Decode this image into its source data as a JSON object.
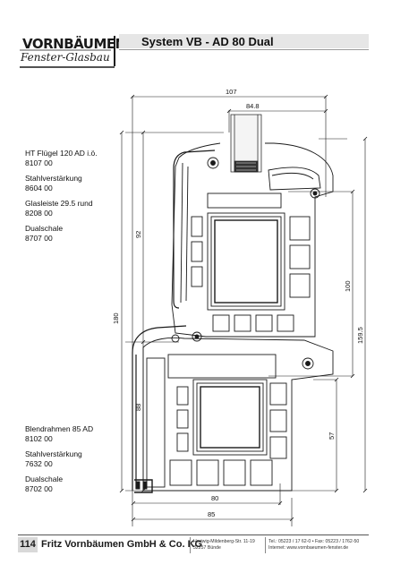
{
  "header": {
    "logo_line1": "VORNBÄUMEN",
    "logo_line2": "Fenster-Glasbau",
    "title": "System VB - AD 80 Dual"
  },
  "labels": {
    "top": [
      {
        "name": "HT Flügel 120 AD i.ö.",
        "code": "8107 00"
      },
      {
        "name": "Stahlverstärkung",
        "code": "8604 00"
      },
      {
        "name": "Glasleiste 29.5 rund",
        "code": "8208 00"
      },
      {
        "name": "Dualschale",
        "code": "8707 00"
      }
    ],
    "bottom": [
      {
        "name": "Blendrahmen 85 AD",
        "code": "8102 00"
      },
      {
        "name": "Stahlverstärkung",
        "code": "7632 00"
      },
      {
        "name": "Dualschale",
        "code": "8702 00"
      }
    ]
  },
  "dimensions": {
    "d107": "107",
    "d84_8": "84.8",
    "d92": "92",
    "d180": "180",
    "d88": "88",
    "d100": "100",
    "d159_5": "159.5",
    "d57": "57",
    "d80": "80",
    "d85": "85"
  },
  "footer": {
    "page": "114",
    "company": "Fritz Vornbäumen GmbH & Co. KG",
    "address_line1": "Hartwig-Mildenberg-Str. 11-19",
    "address_line2": "32257 Bünde",
    "contact_line1": "Tel.: 05223 / 17 62-0 • Fax: 05223 / 1762-50",
    "contact_line2": "Internet: www.vornbaeumen-fenster.de"
  },
  "colors": {
    "header_bar": "#e6e6e6",
    "page_box": "#d9d9d9",
    "line": "#1a1a1a"
  }
}
